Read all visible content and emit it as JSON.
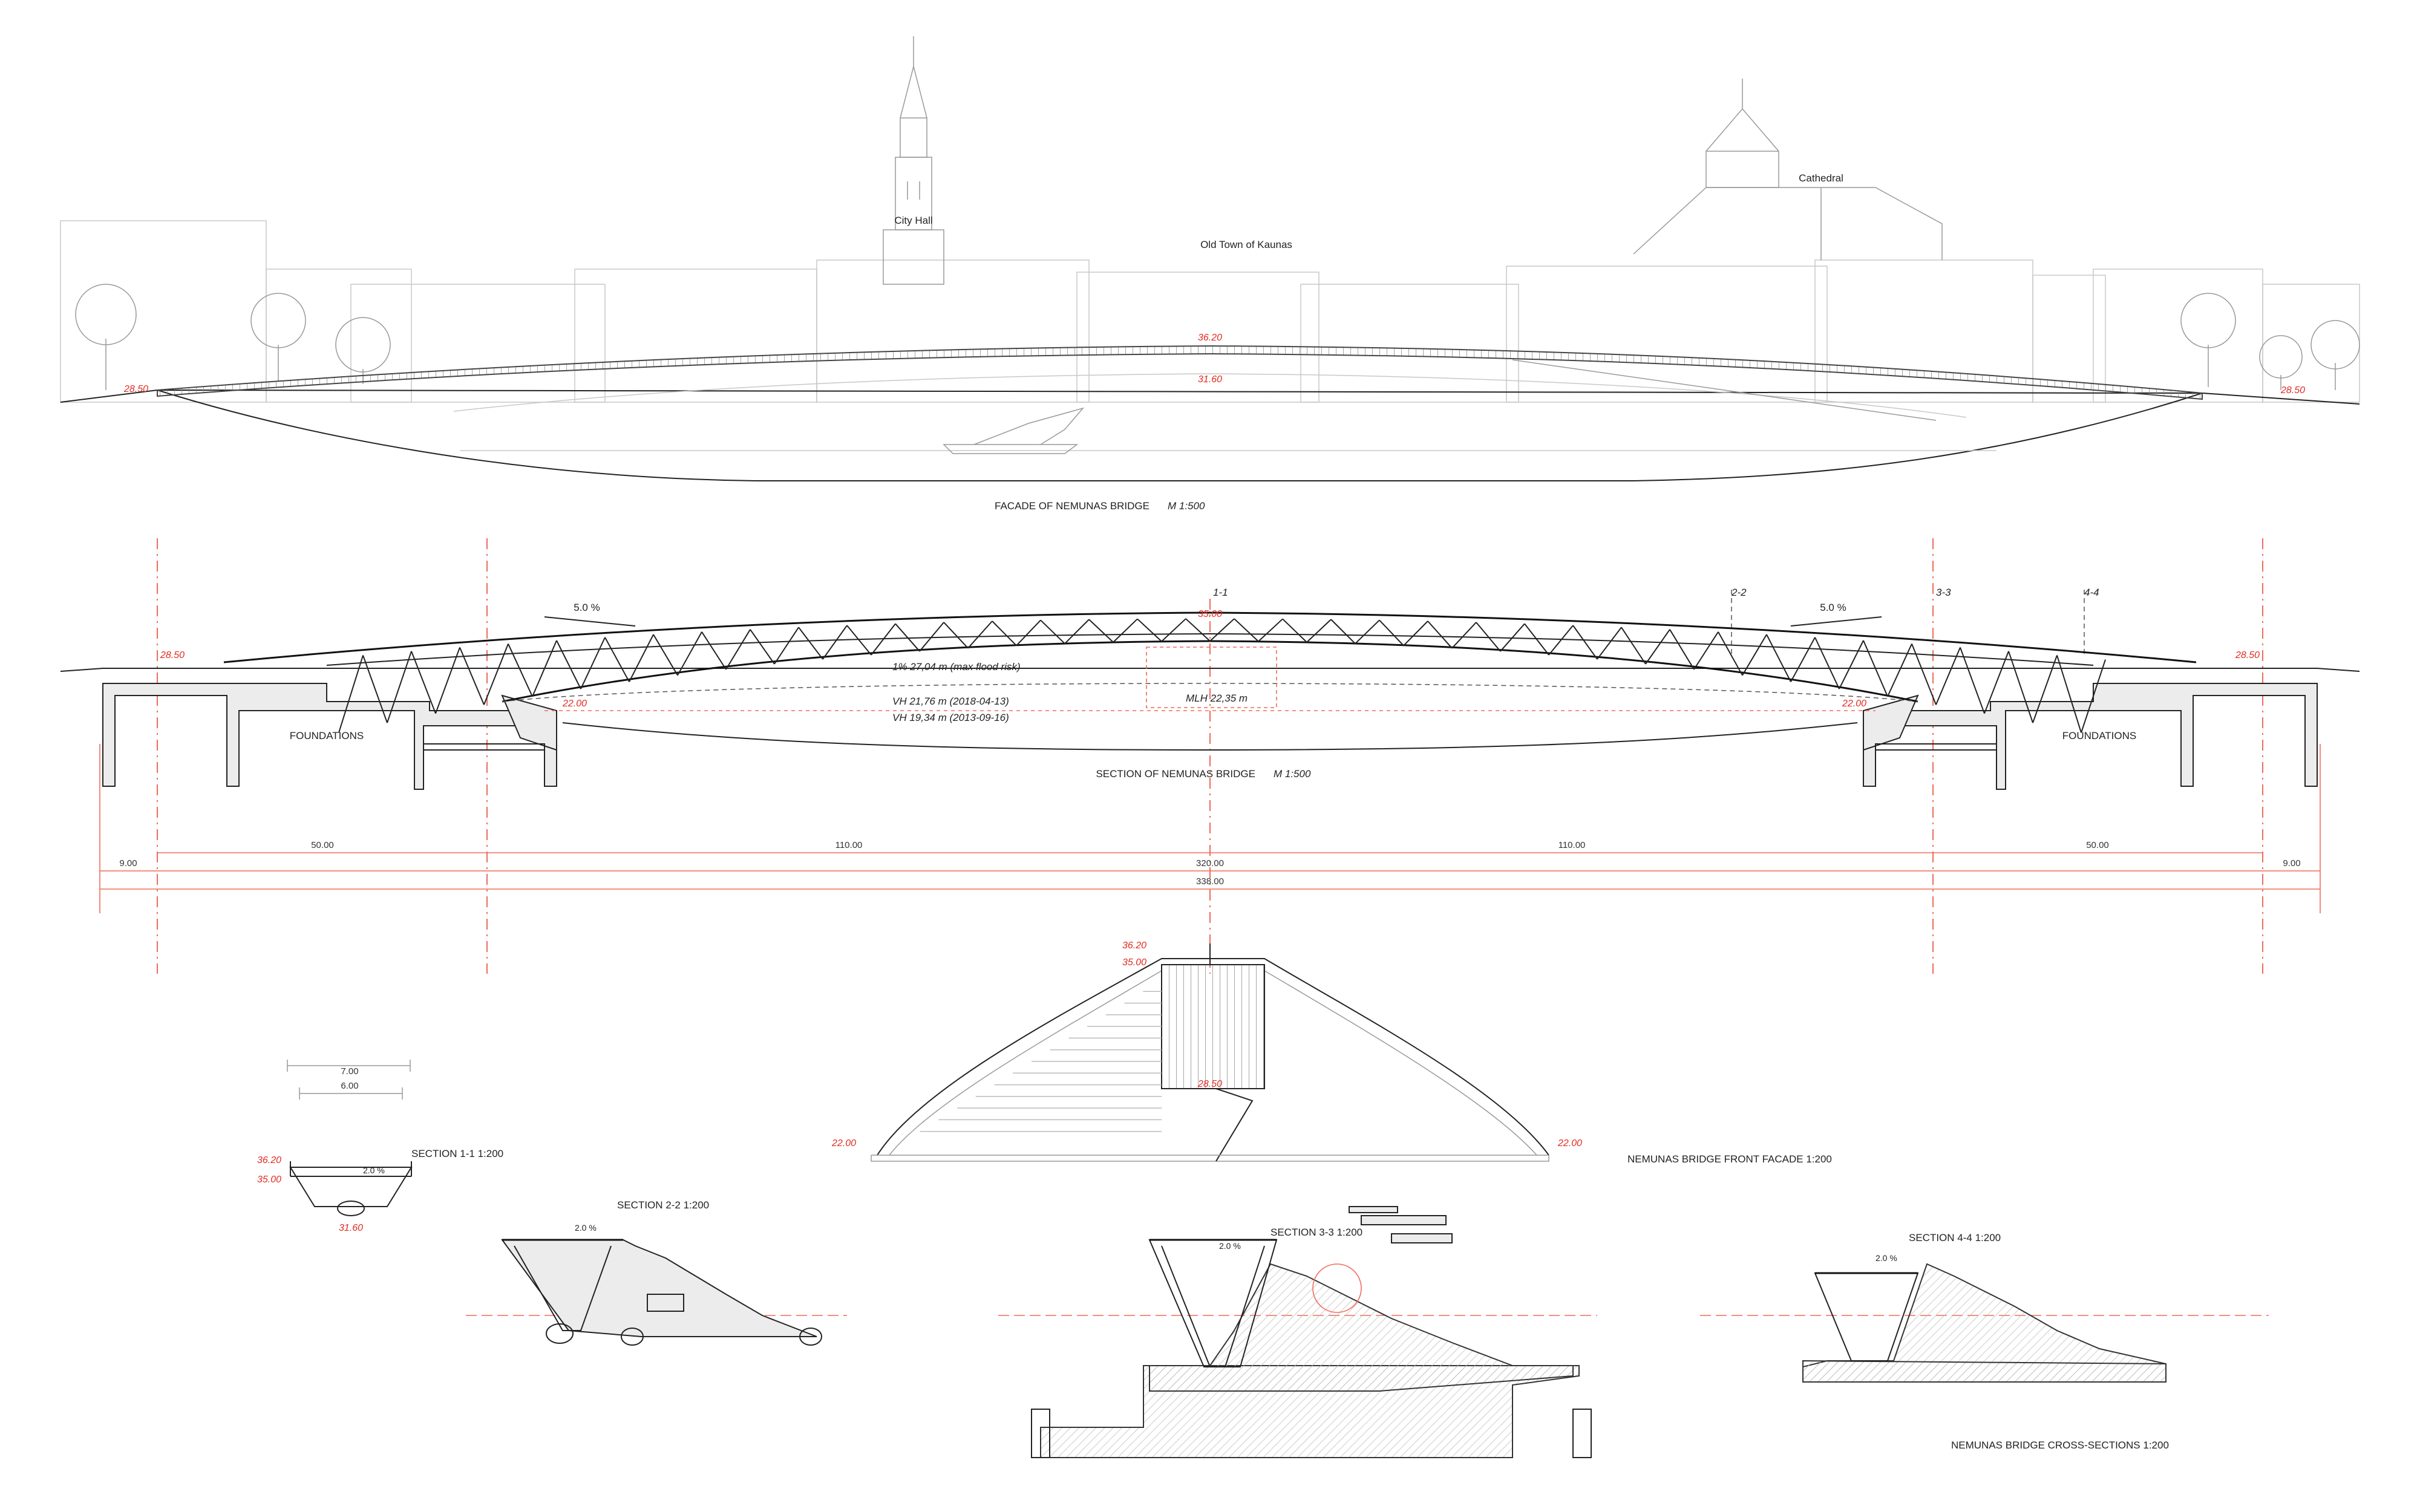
{
  "skyline": {
    "city_hall": "City Hall",
    "old_town": "Old Town of Kaunas",
    "cathedral": "Cathedral"
  },
  "facade": {
    "title": "FACADE OF NEMUNAS BRIDGE",
    "scale": "M 1:500",
    "level_top": "36.20",
    "level_mid": "31.60",
    "level_left": "28.50",
    "level_right": "28.50"
  },
  "section": {
    "title": "SECTION OF NEMUNAS BRIDGE",
    "scale": "M 1:500",
    "slope_left": "5.0 %",
    "slope_right": "5.0 %",
    "cut_1": "1-1",
    "cut_2": "2-2",
    "cut_3": "3-3",
    "cut_4": "4-4",
    "level_deck": "35.00",
    "level_left": "28.50",
    "level_right": "28.50",
    "level_low_left": "22.00",
    "level_low_right": "22.00",
    "flood": "1% 27,04 m (max flood risk)",
    "vh1": "VH 21,76 m (2018-04-13)",
    "vh2": "VH 19,34 m (2013-09-16)",
    "mlh": "MLH 22,35 m",
    "foundations_left": "FOUNDATIONS",
    "foundations_right": "FOUNDATIONS"
  },
  "dimensions": {
    "d50_left": "50.00",
    "d110_left": "110.00",
    "d110_right": "110.00",
    "d50_right": "50.00",
    "d320": "320.00",
    "d9_left": "9.00",
    "d9_right": "9.00",
    "d338": "338.00"
  },
  "front_facade": {
    "title": "NEMUNAS BRIDGE FRONT FACADE 1:200",
    "level_top": "36.20",
    "level_deck": "35.00",
    "level_mid": "28.50",
    "level_left": "22.00",
    "level_right": "22.00"
  },
  "cross_sections": {
    "s11_title": "SECTION 1-1  1:200",
    "s11_w_outer": "7.00",
    "s11_w_inner": "6.00",
    "s11_top": "36.20",
    "s11_deck": "35.00",
    "s11_bottom": "31.60",
    "s11_slope": "2.0 %",
    "s22_title": "SECTION 2-2  1:200",
    "s22_slope": "2.0 %",
    "s33_title": "SECTION 3-3  1:200",
    "s33_slope": "2.0 %",
    "s44_title": "SECTION 4-4  1:200",
    "s44_slope": "2.0 %",
    "group_title": "NEMUNAS BRIDGE CROSS-SECTIONS 1:200"
  }
}
